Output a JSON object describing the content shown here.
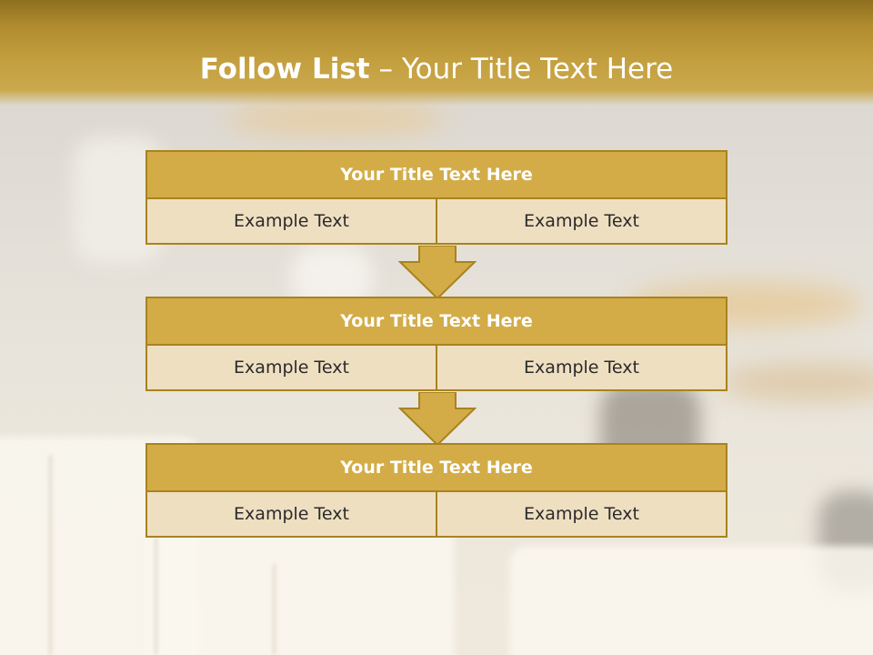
{
  "slide": {
    "title_bold": "Follow List",
    "title_rest": " – Your Title Text Here",
    "colors": {
      "header": "#c4a040",
      "box_title": "#d3ac47",
      "box_border": "#a8831f",
      "box_cell": "#efdfc1",
      "arrow": "#d3ac47"
    }
  },
  "blocks": [
    {
      "title": "Your Title Text Here",
      "cells": [
        "Example Text",
        "Example Text"
      ]
    },
    {
      "title": "Your Title Text Here",
      "cells": [
        "Example Text",
        "Example Text"
      ]
    },
    {
      "title": "Your Title Text Here",
      "cells": [
        "Example Text",
        "Example Text"
      ]
    }
  ]
}
